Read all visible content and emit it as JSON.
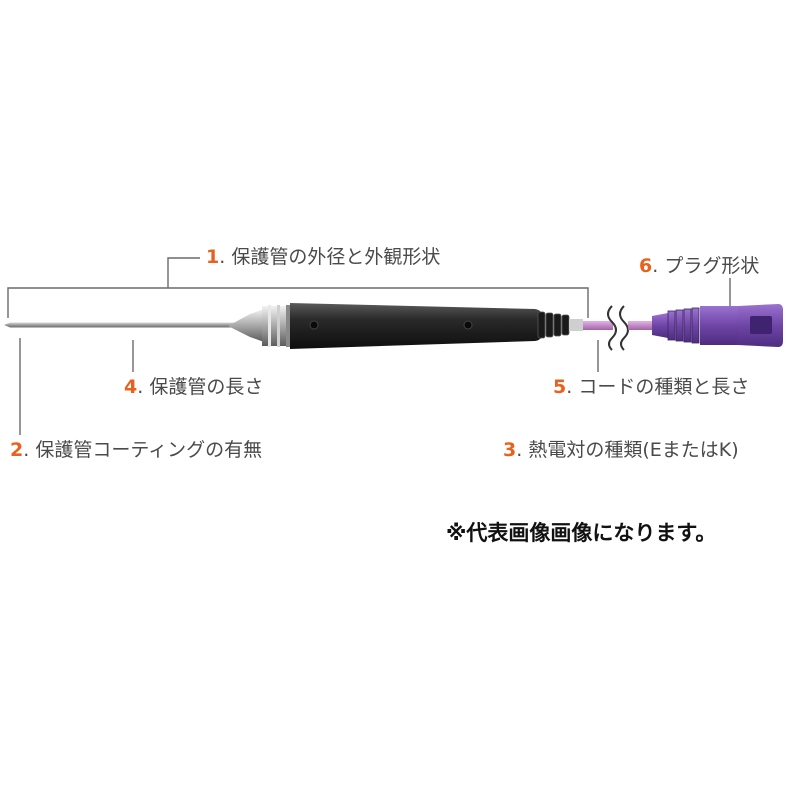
{
  "labels": {
    "l1": {
      "num": "1",
      "text": ". 保護管の外径と外観形状"
    },
    "l2": {
      "num": "2",
      "text": ". 保護管コーティングの有無"
    },
    "l3": {
      "num": "3",
      "text": ". 熱電対の種類(EまたはK)"
    },
    "l4": {
      "num": "4",
      "text": ". 保護管の長さ"
    },
    "l5": {
      "num": "5",
      "text": ". コードの種類と長さ"
    },
    "l6": {
      "num": "6",
      "text": ". プラグ形状"
    }
  },
  "note": "※代表画像画像になります。",
  "colors": {
    "number": "#e8621e",
    "label": "#4a4a4a",
    "plug": "#7a4fb0",
    "handle": "#1f1f1f",
    "cord": "#c487c9"
  },
  "icons": [
    "probe-image",
    "plug-icon",
    "cord-break-icon"
  ]
}
